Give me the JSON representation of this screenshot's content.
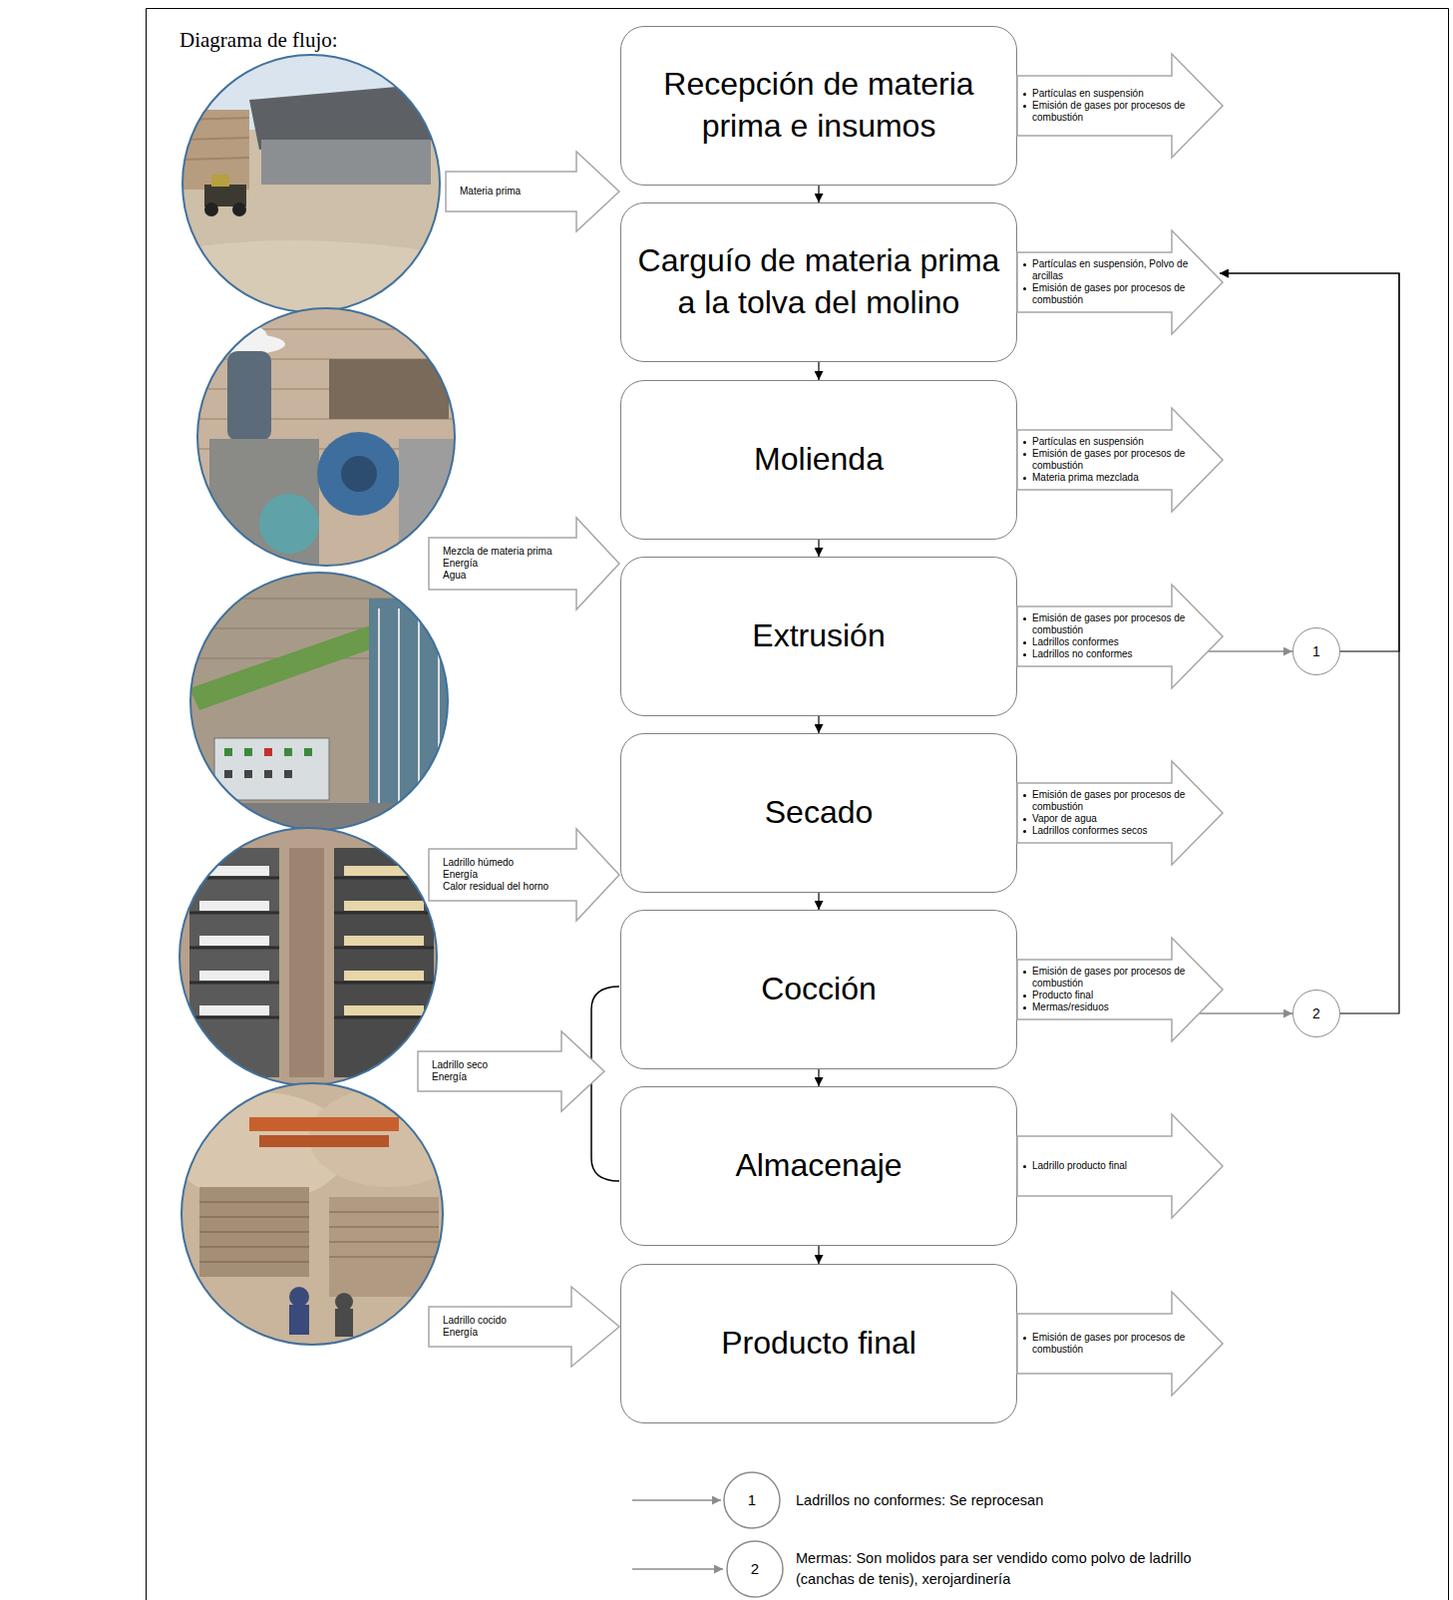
{
  "diagram": {
    "title": "Diagrama de flujo:",
    "nodes": [
      {
        "text": [
          "Recepción de materia prima e insumos"
        ]
      },
      {
        "text": [
          "Partículas en suspensión",
          "Emisión de gases por procesos de combustión"
        ]
      },
      {
        "text": [
          "Materia prima"
        ]
      },
      {
        "text": [
          "Carguío de materia prima a la tolva del molino"
        ]
      },
      {
        "text": [
          "Partículas en suspensión, Polvo de arcillas",
          "Emisión de gases por procesos de combustión"
        ]
      },
      {
        "text": [
          "Molienda"
        ]
      },
      {
        "text": [
          "Partículas en suspensión",
          "Emisión de gases por procesos de combustión",
          "Materia prima mezclada"
        ]
      },
      {
        "text": [
          "Mezcla de materia prima",
          "Energía",
          "Agua"
        ]
      },
      {
        "text": [
          "Extrusión"
        ]
      },
      {
        "text": [
          "Emisión de gases por procesos de combustión",
          "Ladrillos conformes",
          "Ladrillos no conformes"
        ]
      },
      {
        "text": [
          "1"
        ]
      },
      {
        "text": [
          "Ladrillo húmedo",
          "Energía",
          "Calor residual del horno"
        ]
      },
      {
        "text": [
          "Secado"
        ]
      },
      {
        "text": [
          "Emisión de gases por procesos de combustión",
          "Vapor de agua",
          "Ladrillos conformes secos"
        ]
      },
      {
        "text": [
          "Ladrillo seco",
          "Energía"
        ]
      },
      {
        "text": [
          "Cocción"
        ]
      },
      {
        "text": [
          "Emisión de gases por procesos de combustión",
          "Producto final",
          "Mermas/residuos"
        ]
      },
      {
        "text": [
          "2"
        ]
      },
      {
        "text": [
          "Almacenaje"
        ]
      },
      {
        "text": [
          "Ladrillo producto final"
        ]
      },
      {
        "text": [
          "Ladrillo cocido",
          "Energía"
        ]
      },
      {
        "text": [
          "Producto final"
        ]
      },
      {
        "text": [
          "Emisión de gases por procesos de combustión"
        ]
      }
    ],
    "edges": [
      {
        "from": 0,
        "to": 3,
        "arrow": "to"
      },
      {
        "from": 3,
        "to": 5,
        "arrow": "to"
      },
      {
        "from": 5,
        "to": 8,
        "arrow": "to"
      },
      {
        "from": 8,
        "to": 12,
        "arrow": "to"
      },
      {
        "from": 12,
        "to": 15,
        "arrow": "to"
      },
      {
        "from": 15,
        "to": 18,
        "arrow": "to"
      },
      {
        "from": 18,
        "to": 21,
        "arrow": "to"
      },
      {
        "from": 9,
        "to": 10,
        "arrow": "to"
      },
      {
        "from": 16,
        "to": 17,
        "arrow": "to"
      },
      {
        "from": 10,
        "to": 4,
        "arrow": "to"
      },
      {
        "from": 17,
        "to": 4,
        "arrow": "to"
      }
    ],
    "labels": [
      "1",
      "2"
    ],
    "legend": [
      {
        "text": "Ladrillos no conformes: Se reprocesan"
      },
      {
        "text": "Mermas: Son molidos para ser vendido como polvo de ladrillo (canchas de tenis), xerojardinería"
      }
    ]
  }
}
